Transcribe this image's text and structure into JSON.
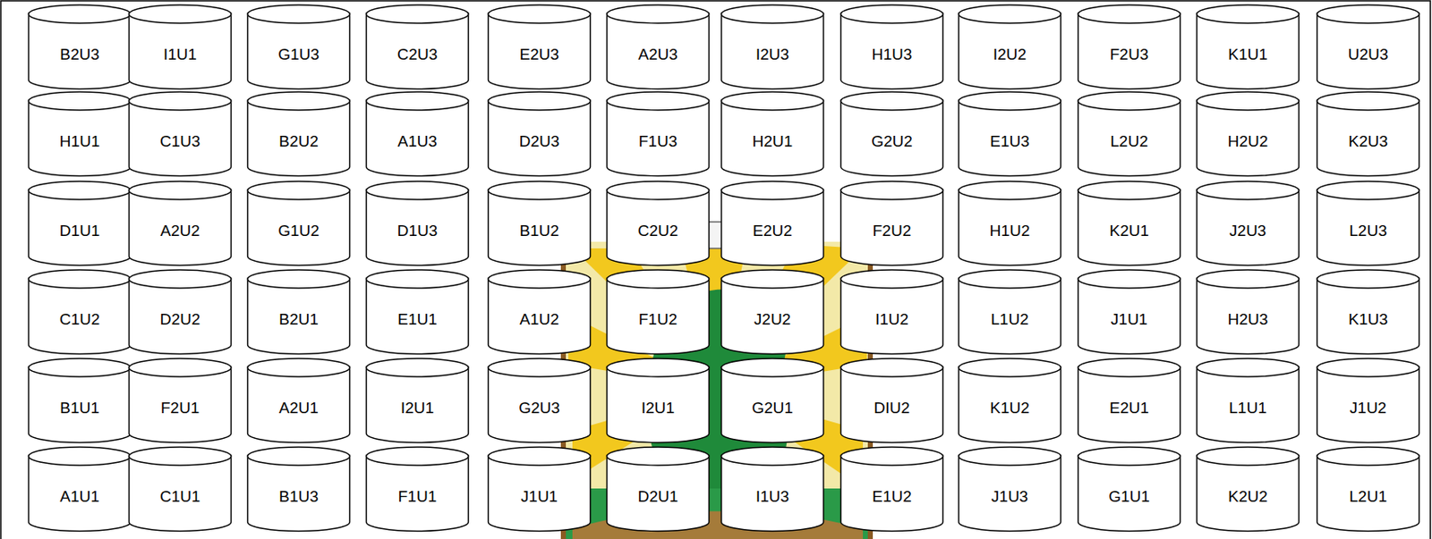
{
  "diagram": {
    "nodes": [
      {
        "text": [
          "B2U3"
        ]
      },
      {
        "text": [
          "I1U1"
        ]
      },
      {
        "text": [
          "G1U3"
        ]
      },
      {
        "text": [
          "C2U3"
        ]
      },
      {
        "text": [
          "E2U3"
        ]
      },
      {
        "text": [
          "A2U3"
        ]
      },
      {
        "text": [
          "I2U3"
        ]
      },
      {
        "text": [
          "H1U3"
        ]
      },
      {
        "text": [
          "I2U2"
        ]
      },
      {
        "text": [
          "F2U3"
        ]
      },
      {
        "text": [
          "K1U1"
        ]
      },
      {
        "text": [
          "U2U3"
        ]
      },
      {
        "text": [
          "H1U1"
        ]
      },
      {
        "text": [
          "C1U3"
        ]
      },
      {
        "text": [
          "B2U2"
        ]
      },
      {
        "text": [
          "A1U3"
        ]
      },
      {
        "text": [
          "D2U3"
        ]
      },
      {
        "text": [
          "F1U3"
        ]
      },
      {
        "text": [
          "H2U1"
        ]
      },
      {
        "text": [
          "G2U2"
        ]
      },
      {
        "text": [
          "E1U3"
        ]
      },
      {
        "text": [
          "L2U2"
        ]
      },
      {
        "text": [
          "H2U2"
        ]
      },
      {
        "text": [
          "K2U3"
        ]
      },
      {
        "text": [
          "D1U1"
        ]
      },
      {
        "text": [
          "A2U2"
        ]
      },
      {
        "text": [
          "G1U2"
        ]
      },
      {
        "text": [
          "D1U3"
        ]
      },
      {
        "text": [
          "B1U2"
        ]
      },
      {
        "text": [
          "C2U2"
        ]
      },
      {
        "text": [
          "E2U2"
        ]
      },
      {
        "text": [
          "F2U2"
        ]
      },
      {
        "text": [
          "H1U2"
        ]
      },
      {
        "text": [
          "K2U1"
        ]
      },
      {
        "text": [
          "J2U3"
        ]
      },
      {
        "text": [
          "L2U3"
        ]
      },
      {
        "text": [
          "C1U2"
        ]
      },
      {
        "text": [
          "D2U2"
        ]
      },
      {
        "text": [
          "B2U1"
        ]
      },
      {
        "text": [
          "E1U1"
        ]
      },
      {
        "text": [
          "A1U2"
        ]
      },
      {
        "text": [
          "F1U2"
        ]
      },
      {
        "text": [
          "J2U2"
        ]
      },
      {
        "text": [
          "I1U2"
        ]
      },
      {
        "text": [
          "L1U2"
        ]
      },
      {
        "text": [
          "J1U1"
        ]
      },
      {
        "text": [
          "H2U3"
        ]
      },
      {
        "text": [
          "K1U3"
        ]
      },
      {
        "text": [
          "B1U1"
        ]
      },
      {
        "text": [
          "F2U1"
        ]
      },
      {
        "text": [
          "A2U1"
        ]
      },
      {
        "text": [
          "I2U1"
        ]
      },
      {
        "text": [
          "G2U3"
        ]
      },
      {
        "text": [
          "I2U1"
        ]
      },
      {
        "text": [
          "G2U1"
        ]
      },
      {
        "text": [
          "DIU2"
        ]
      },
      {
        "text": [
          "K1U2"
        ]
      },
      {
        "text": [
          "E2U1"
        ]
      },
      {
        "text": [
          "L1U1"
        ]
      },
      {
        "text": [
          "J1U2"
        ]
      },
      {
        "text": [
          "A1U1"
        ]
      },
      {
        "text": [
          "C1U1"
        ]
      },
      {
        "text": [
          "B1U3"
        ]
      },
      {
        "text": [
          "F1U1"
        ]
      },
      {
        "text": [
          "J1U1"
        ]
      },
      {
        "text": [
          "D2U1"
        ]
      },
      {
        "text": [
          "I1U3"
        ]
      },
      {
        "text": [
          "E1U2"
        ]
      },
      {
        "text": [
          "J1U3"
        ]
      },
      {
        "text": [
          "G1U1"
        ]
      },
      {
        "text": [
          "K2U2"
        ]
      },
      {
        "text": [
          "L2U1"
        ]
      }
    ]
  }
}
